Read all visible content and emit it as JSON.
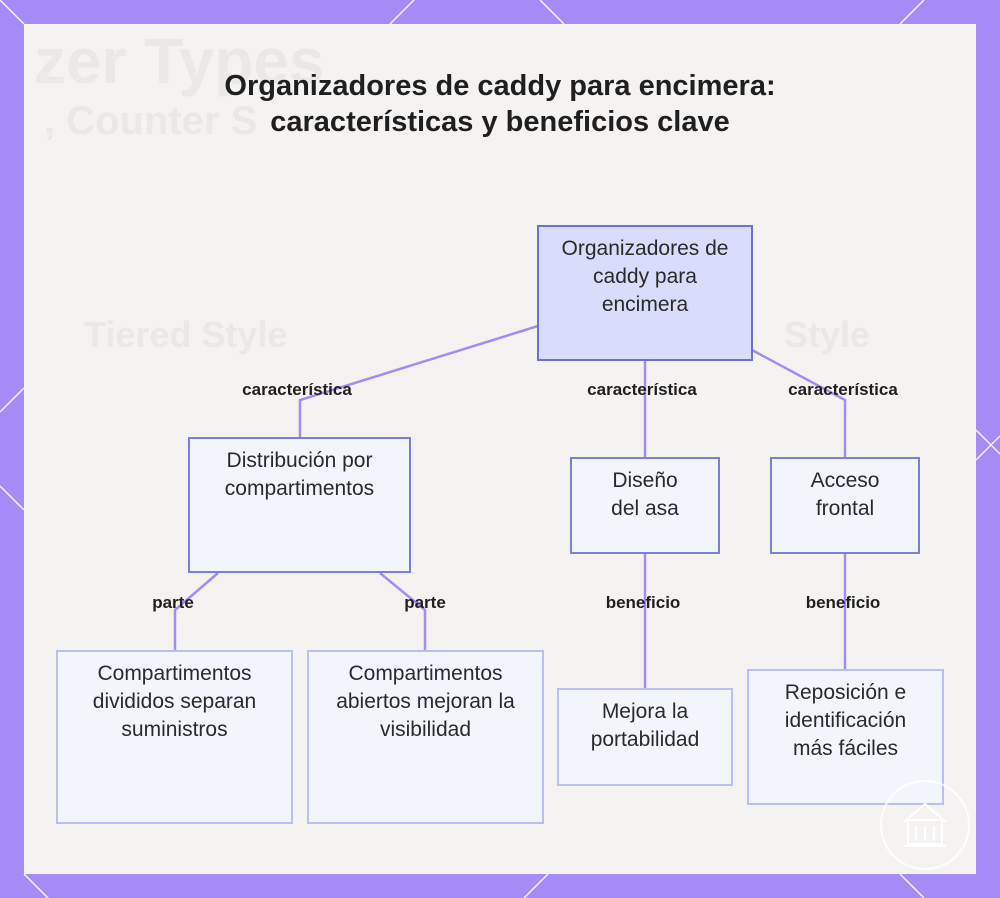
{
  "title": "Organizadores de caddy para encimera: características y beneficios clave",
  "nodes": {
    "root": "Organizadores de caddy para encimera",
    "compartments": "Distribución por compartimentos",
    "handle": "Diseño del asa",
    "front": "Acceso frontal",
    "divided": "Compartimentos divididos separan suministros",
    "open": "Compartimentos abiertos mejoran la visibilidad",
    "portability": "Mejora la portabilidad",
    "restock": "Reposición e identificación más fáciles"
  },
  "edge_labels": {
    "root_compartments": "característica",
    "root_handle": "característica",
    "root_front": "característica",
    "compartments_divided": "parte",
    "compartments_open": "parte",
    "handle_portability": "beneficio",
    "front_restock": "beneficio"
  },
  "colors": {
    "frame": "#a48bf5",
    "edge": "#a48bf5",
    "root_fill": "#d9dcfb",
    "node_border": "#7b7fd6"
  }
}
